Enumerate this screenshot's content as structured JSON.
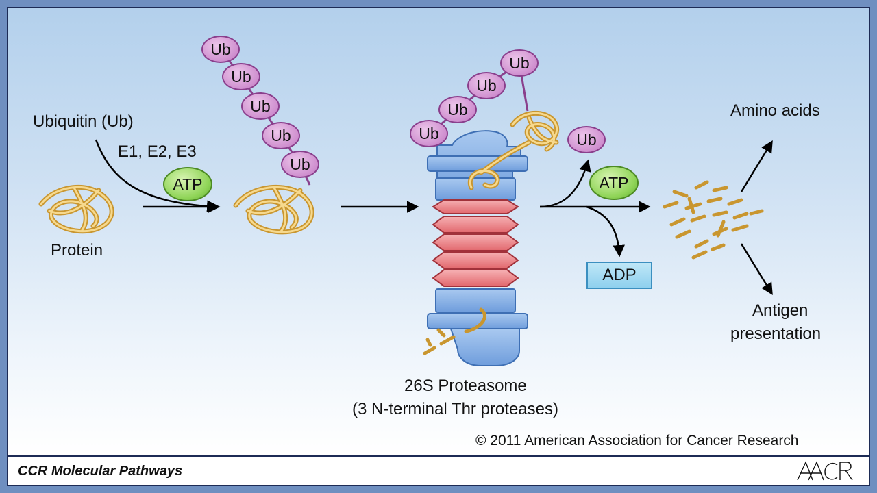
{
  "labels": {
    "ubiquitin": "Ubiquitin (Ub)",
    "enzymes": "E1, E2, E3",
    "protein": "Protein",
    "amino_acids": "Amino acids",
    "antigen_line1": "Antigen",
    "antigen_line2": "presentation",
    "proteasome_line1": "26S Proteasome",
    "proteasome_line2": "(3 N-terminal Thr proteases)",
    "copyright": "© 2011 American Association for Cancer Research"
  },
  "molecules": {
    "ub": "Ub",
    "atp": "ATP",
    "adp": "ADP"
  },
  "footer": {
    "title": "CCR Molecular Pathways",
    "logo": "AACR"
  },
  "colors": {
    "ubiquitin": "#d79ad6",
    "atp": "#8fd457",
    "adp": "#a9dcf3",
    "proteasome_cap": "#8fb8e8",
    "proteasome_core": "#f08a8e",
    "protein_strand": "#f0c46a"
  }
}
